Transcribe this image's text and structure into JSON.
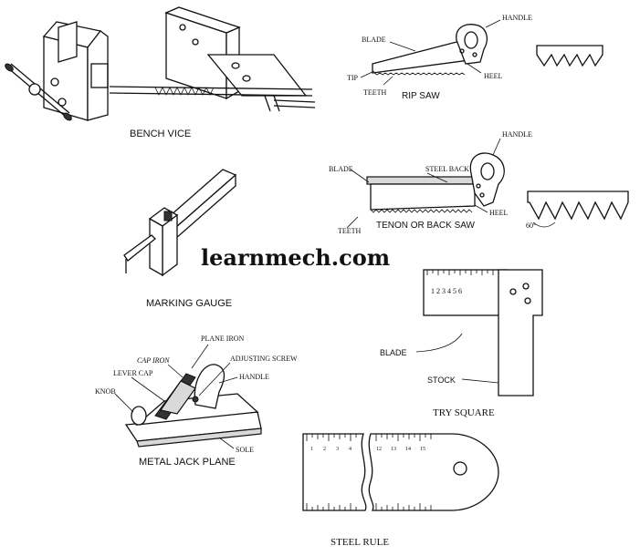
{
  "watermark": "learnmech.com",
  "tools": {
    "bench_vice": {
      "caption": "BENCH VICE"
    },
    "rip_saw": {
      "caption": "RIP SAW",
      "labels": {
        "handle": "HANDLE",
        "blade": "BLADE",
        "tip": "TIP",
        "heel": "HEEL",
        "teeth": "TEETH"
      }
    },
    "tenon_saw": {
      "caption": "TENON OR BACK SAW",
      "labels": {
        "handle": "HANDLE",
        "blade": "BLADE",
        "steel_back": "STEEL BACK",
        "heel": "HEEL",
        "teeth": "TEETH"
      },
      "angle": "60°"
    },
    "marking_gauge": {
      "caption": "MARKING GAUGE"
    },
    "try_square": {
      "caption": "TRY SQUARE",
      "labels": {
        "blade": "BLADE",
        "stock": "STOCK"
      },
      "scale": "1 2 3 4 5 6"
    },
    "jack_plane": {
      "caption": "METAL JACK PLANE",
      "labels": {
        "plane_iron": "PLANE IRON",
        "cap_iron": "CAP IRON",
        "adjusting_screw": "ADJUSTING SCREW",
        "lever_cap": "LEVER CAP",
        "handle": "HANDLE",
        "knob": "KNOB",
        "sole": "SOLE"
      }
    },
    "steel_rule": {
      "caption": "STEEL RULE",
      "left_numbers": [
        "1",
        "2",
        "3",
        "4"
      ],
      "right_numbers": [
        "12",
        "13",
        "14",
        "15"
      ]
    }
  }
}
